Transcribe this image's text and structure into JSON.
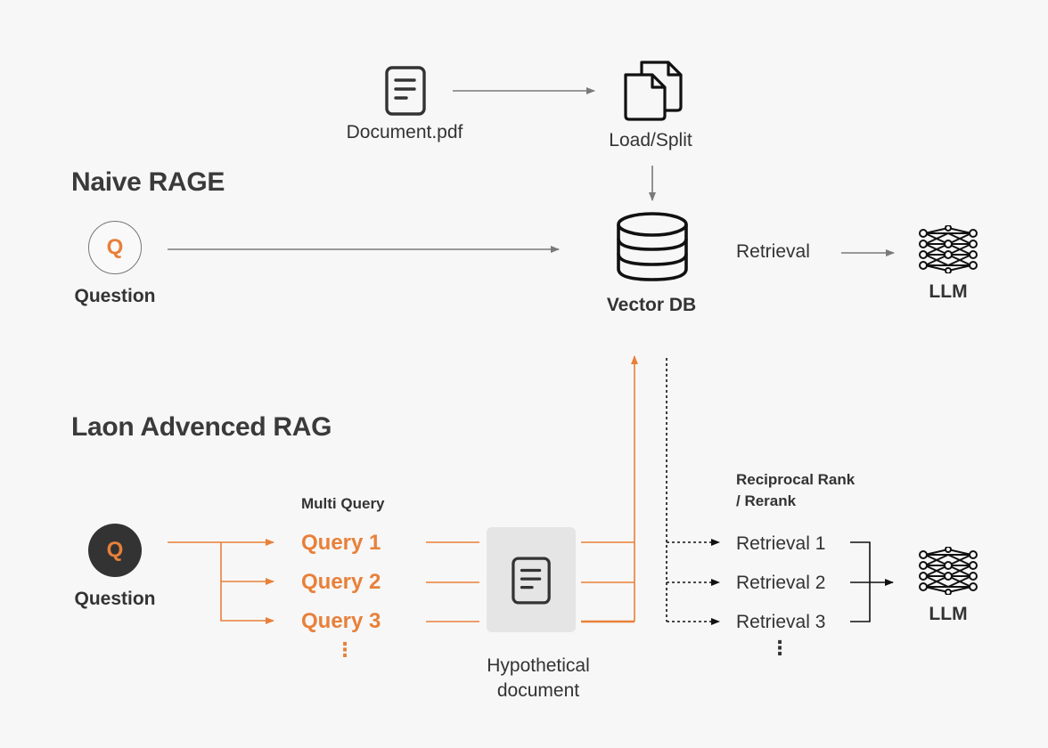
{
  "colors": {
    "accent": "#e8803a",
    "dark": "#333333",
    "gray_line": "#7a7a7a",
    "background": "#f7f7f7",
    "hypothetical_box": "#e5e5e5"
  },
  "icons": {
    "document": "document-icon",
    "files": "files-icon",
    "database": "database-icon",
    "llm": "neural-network-icon"
  },
  "top": {
    "document_label": "Document.pdf",
    "load_split_label": "Load/Split",
    "vector_db_label": "Vector DB"
  },
  "naive": {
    "title": "Naive RAGE",
    "question_letter": "Q",
    "question_label": "Question",
    "retrieval_label": "Retrieval",
    "llm_label": "LLM"
  },
  "advanced": {
    "title": "Laon Advenced RAG",
    "question_letter": "Q",
    "question_label": "Question",
    "multi_query_label": "Multi Query",
    "queries": [
      "Query 1",
      "Query 2",
      "Query 3"
    ],
    "queries_more": "⋮",
    "hypothetical_label": "Hypothetical\ndocument",
    "rerank_label": "Reciprocal Rank\n/ Rerank",
    "retrievals": [
      "Retrieval 1",
      "Retrieval 2",
      "Retrieval 3"
    ],
    "retrievals_more": "⋮",
    "llm_label": "LLM"
  }
}
